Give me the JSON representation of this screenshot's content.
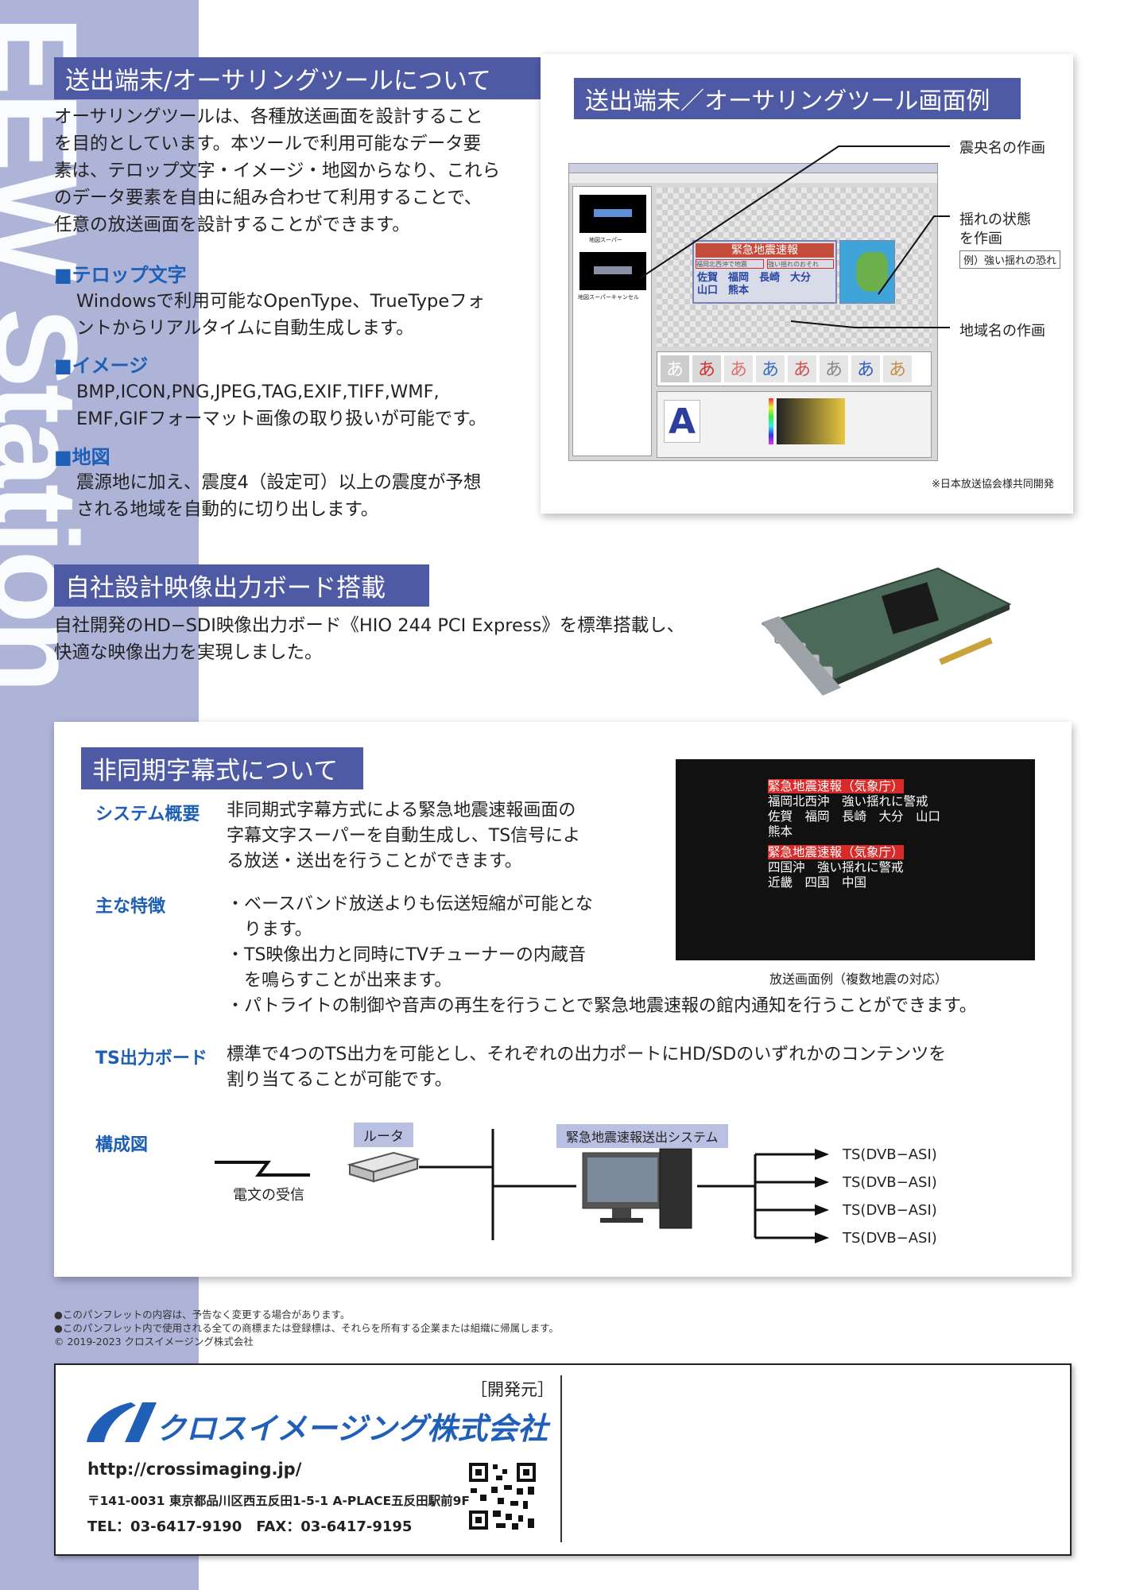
{
  "side_text": "EEW Station",
  "section1": {
    "title": "送出端末/オーサリングツールについて",
    "intro": [
      "オーサリングツールは、各種放送画面を設計すること",
      "を目的としています。本ツールで利用可能なデータ要",
      "素は、テロップ文字・イメージ・地図からなり、これら",
      "のデータ要素を自由に組み合わせて利用することで、",
      "任意の放送画面を設計することができます。"
    ],
    "items": [
      {
        "title": "■テロップ文字",
        "lines": [
          "Windowsで利用可能なOpenType、TrueTypeフォ",
          "ントからリアルタイムに自動生成します。"
        ]
      },
      {
        "title": "■イメージ",
        "lines": [
          "BMP,ICON,PNG,JPEG,TAG,EXIF,TIFF,WMF,",
          "EMF,GIFフォーマット画像の取り扱いが可能です。"
        ]
      },
      {
        "title": "■地図",
        "lines": [
          "震源地に加え、震度4（設定可）以上の震度が予想",
          "される地域を自動的に切り出します。"
        ]
      }
    ]
  },
  "example_panel": {
    "title": "送出端末／オーサリングツール画面例",
    "label1": "震央名の作画",
    "label2a": "揺れの状態",
    "label2b": "を作画",
    "label2_example": "例）強い揺れの恐れ",
    "label3": "地域名の作画",
    "note": "※日本放送協会様共同開発",
    "screen_banner": "緊急地震速報",
    "screen_sub_left": "福岡北西沖で地震",
    "screen_sub_right": "強い揺れのおそれ",
    "screen_regions": [
      "佐賀　福岡　長崎　大分",
      "山口　熊本"
    ],
    "thumb1": "地図スーパー",
    "thumb2": "地図スーパーキャンセル",
    "glyphs": [
      "あ",
      "あ",
      "あ",
      "あ",
      "あ",
      "あ",
      "あ",
      "あ"
    ]
  },
  "section2": {
    "title": "自社設計映像出力ボード搭載",
    "lines": [
      "自社開発のHD−SDI映像出力ボード《HIO 244 PCI Express》を標準搭載し、",
      "快適な映像出力を実現しました。"
    ]
  },
  "section3": {
    "title": "非同期字幕式について",
    "tv": {
      "block1_header": "緊急地震速報（気象庁）",
      "block1_lines": [
        "福岡北西沖　強い揺れに警戒",
        "佐賀　福岡　長崎　大分　山口",
        "熊本"
      ],
      "block2_header": "緊急地震速報（気象庁）",
      "block2_lines": [
        "四国沖　強い揺れに警戒",
        "近畿　四国　中国"
      ],
      "caption": "放送画面例（複数地震の対応）"
    },
    "overview_label": "システム概要",
    "overview_lines": [
      "非同期式字幕方式による緊急地震速報画面の",
      "字幕文字スーパーを自動生成し、TS信号によ",
      "る放送・送出を行うことができます。"
    ],
    "features_label": "主な特徴",
    "features_lines": [
      "・ベースバンド放送よりも伝送短縮が可能とな",
      "　ります。",
      "・TS映像出力と同時にTVチューナーの内蔵音",
      "　を鳴らすことが出来ます。",
      "・パトライトの制御や音声の再生を行うことで緊急地震速報の館内通知を行うことができます。"
    ],
    "board_label": "TS出力ボード",
    "board_lines": [
      "標準で4つのTS出力を可能とし、それぞれの出力ポートにHD/SDのいずれかのコンテンツを",
      "割り当てることが可能です。"
    ],
    "diagram_label": "構成図",
    "router_label": "ルータ",
    "system_label": "緊急地震速報送出システム",
    "receive_label": "電文の受信",
    "outputs": [
      "TS(DVB−ASI)",
      "TS(DVB−ASI)",
      "TS(DVB−ASI)",
      "TS(DVB−ASI)"
    ]
  },
  "footnotes": [
    "●このパンフレットの内容は、予告なく変更する場合があります。",
    "●このパンフレット内で使用される全ての商標または登録標は、それらを所有する企業または組織に帰属します。",
    "© 2019-2023 クロスイメージング株式会社"
  ],
  "company": {
    "dev_label": "［開発元］",
    "name": "クロスイメージング株式会社",
    "url": "http://crossimaging.jp/",
    "address": "〒141-0031 東京都品川区西五反田1-5-1 A-PLACE五反田駅前9F",
    "tel": "TEL：03-6417-9190　FAX：03-6417-9195"
  },
  "colors": {
    "accent": "#4f5aa5",
    "sidebar": "#aeb3d8",
    "label_blue": "#1e5fb6",
    "alert_red": "#d92a2a"
  }
}
